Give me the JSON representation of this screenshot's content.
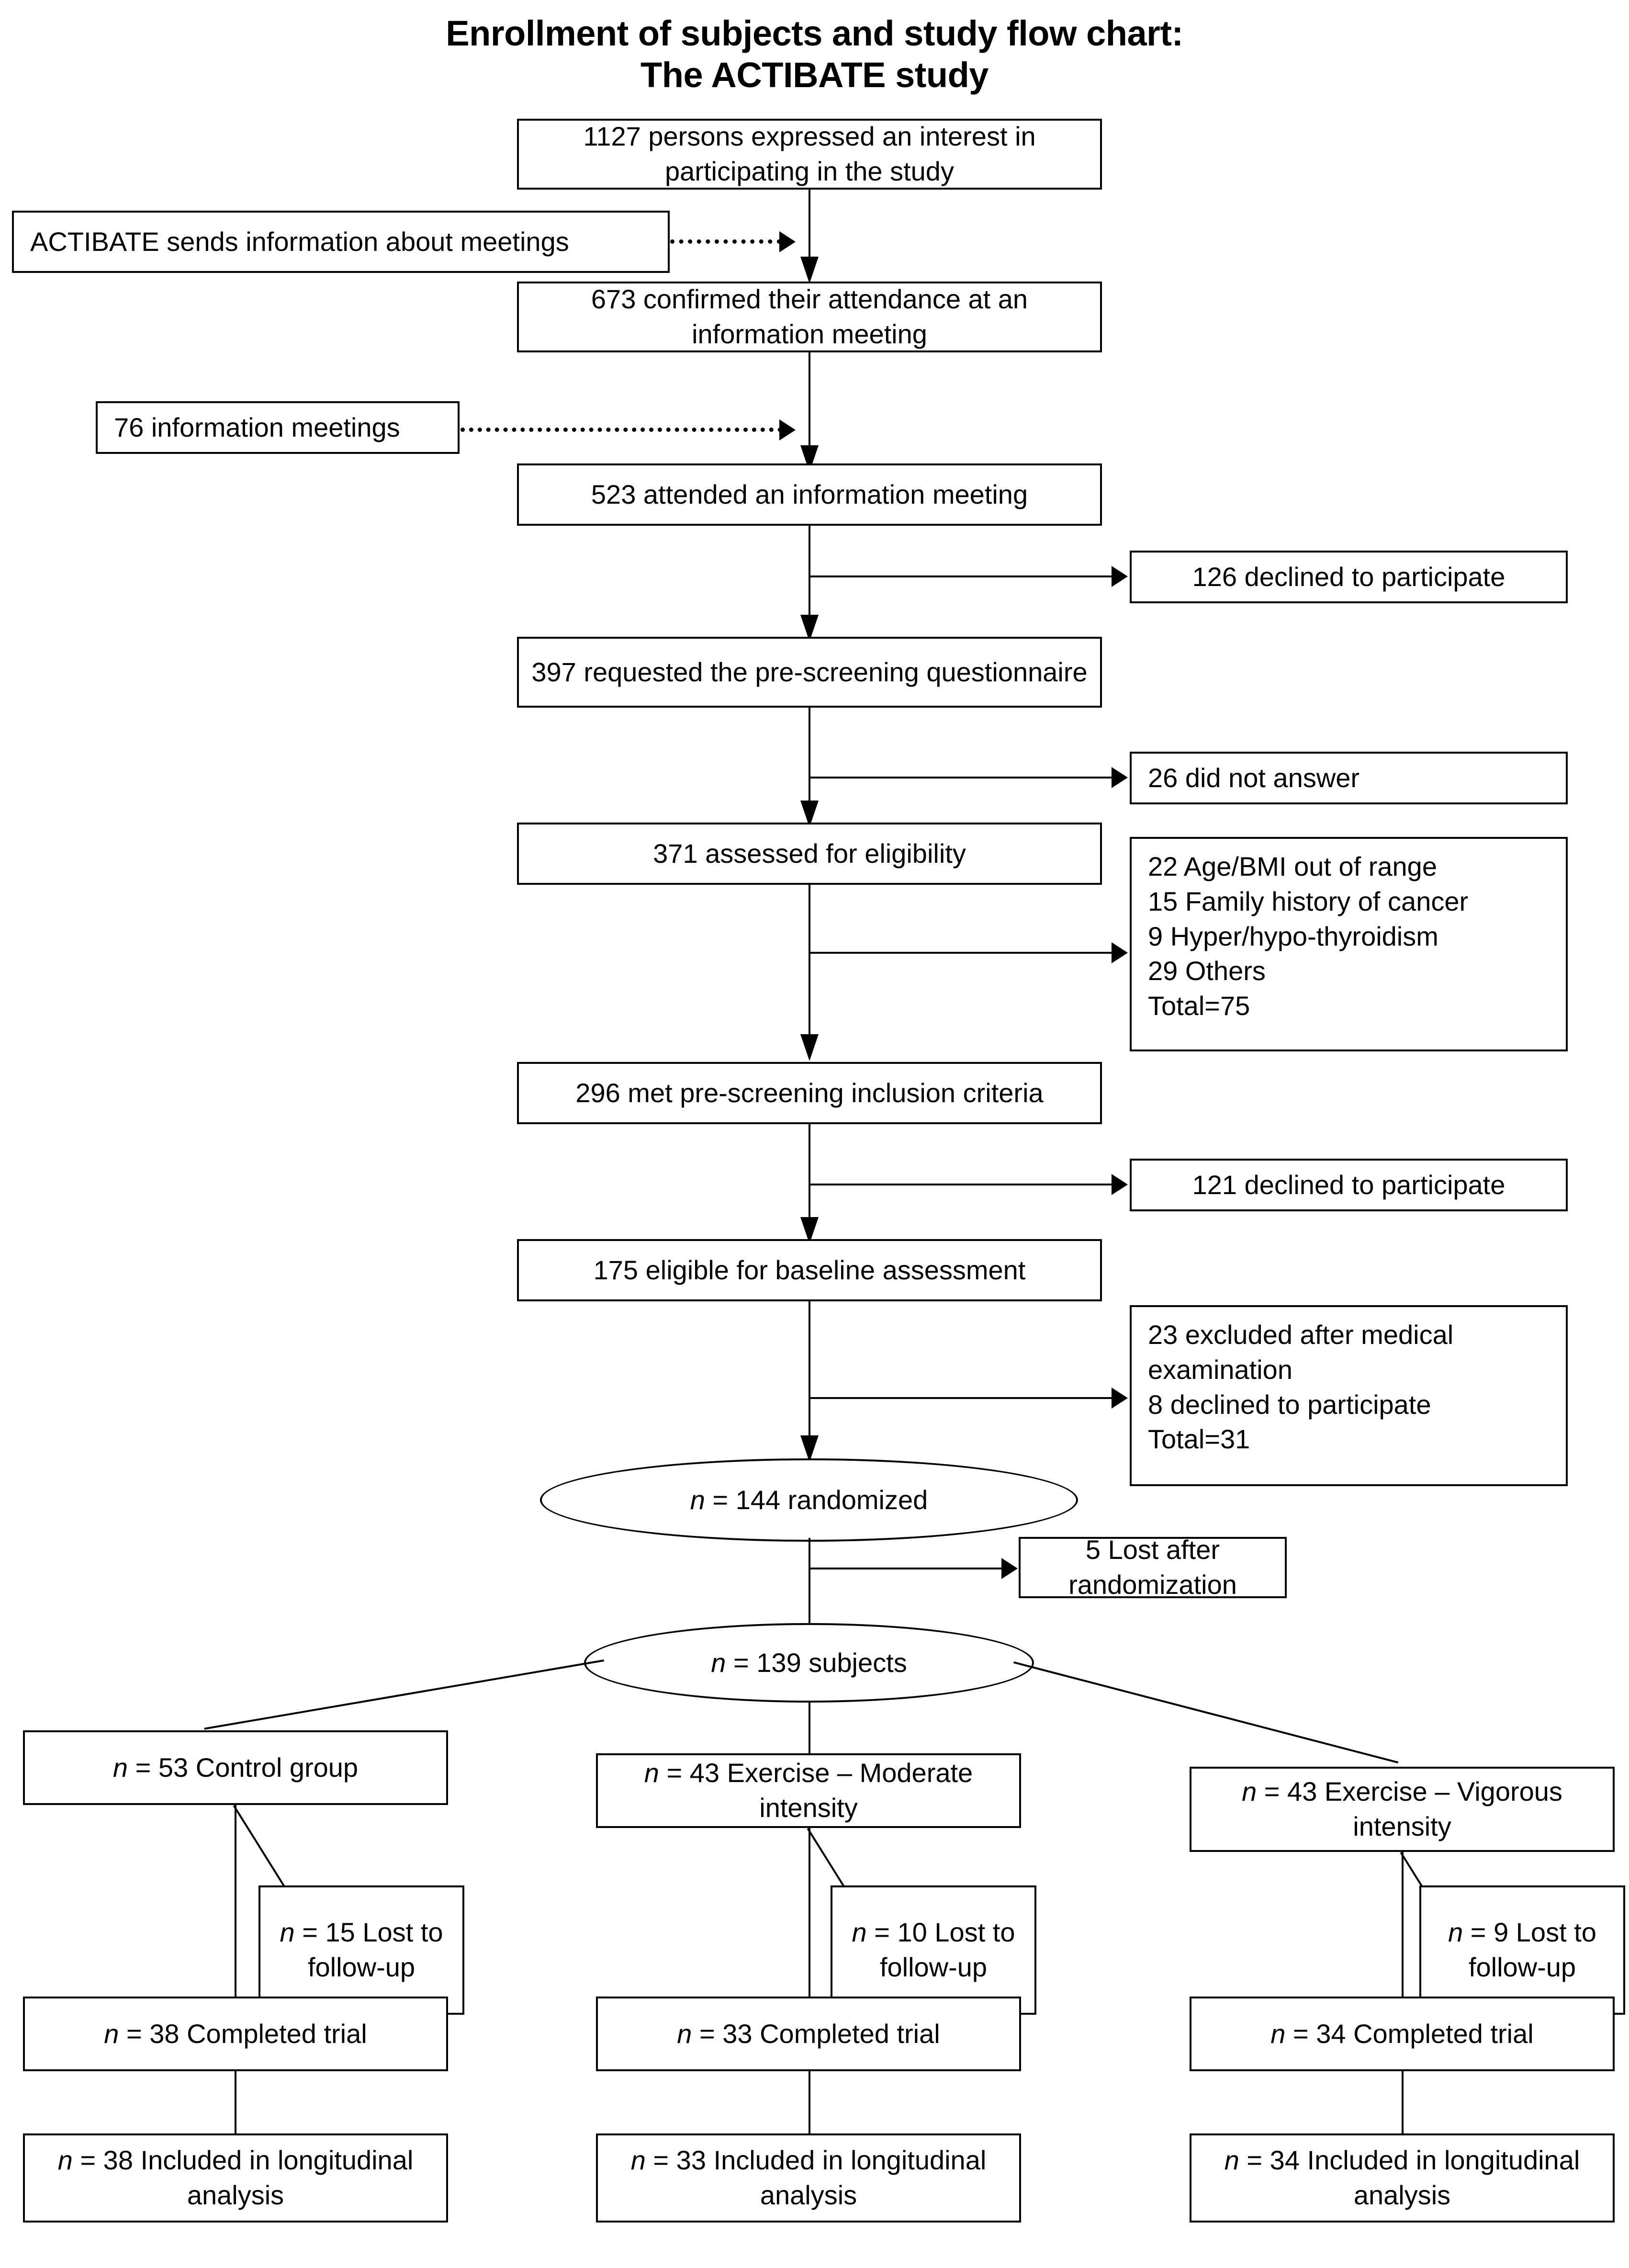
{
  "title": {
    "line1": "Enrollment of subjects and study flow chart:",
    "line2": "The ACTIBATE study"
  },
  "nodes": {
    "interest": "1127 persons expressed an interest in participating in the study",
    "actibate_sends": "ACTIBATE sends information about meetings",
    "confirmed": "673 confirmed their attendance at an information meeting",
    "meetings_count": "76 information meetings",
    "attended": "523 attended an information meeting",
    "declined_126": "126 declined to participate",
    "requested": "397 requested the pre-screening questionnaire",
    "no_answer_26": "26 did not answer",
    "assessed": "371 assessed for eligibility",
    "excl_reasons": {
      "r1": "22 Age/BMI out of range",
      "r2": "15 Family history of cancer",
      "r3": "9 Hyper/hypo-thyroidism",
      "r4": "29 Others",
      "total": "Total=75"
    },
    "met_criteria": "296 met pre-screening inclusion criteria",
    "declined_121": "121 declined to participate",
    "eligible": "175 eligible for baseline assessment",
    "excl_medical": {
      "r1": "23 excluded after medical examination",
      "r2": "8 declined to participate",
      "total": "Total=31"
    },
    "randomized_n": "n",
    "randomized_rest": " = 144 randomized",
    "lost_after_rand": "5 Lost after randomization",
    "subjects_n": "n",
    "subjects_rest": " = 139 subjects",
    "groups": [
      {
        "n": "n",
        "label": " = 53 Control group",
        "lost_n": "n",
        "lost_label": " = 15 Lost to follow-up",
        "completed_n": "n",
        "completed_label": " = 38 Completed trial",
        "included_n": "n",
        "included_label": " = 38 Included in longitudinal analysis"
      },
      {
        "n": "n",
        "label": " = 43 Exercise – Moderate intensity",
        "lost_n": "n",
        "lost_label": " = 10 Lost to follow-up",
        "completed_n": "n",
        "completed_label": " = 33 Completed trial",
        "included_n": "n",
        "included_label": " = 33 Included in longitudinal analysis"
      },
      {
        "n": "n",
        "label": " = 43 Exercise – Vigorous intensity",
        "lost_n": "n",
        "lost_label": " = 9 Lost to follow-up",
        "completed_n": "n",
        "completed_label": " = 34 Completed trial",
        "included_n": "n",
        "included_label": " = 34 Included in longitudinal analysis"
      }
    ]
  },
  "chart_data": {
    "type": "diagram",
    "title": "Enrollment of subjects and study flow chart: The ACTIBATE study",
    "flow": [
      {
        "step": "expressed interest",
        "n": 1127
      },
      {
        "step": "confirmed attendance at an information meeting",
        "n": 673
      },
      {
        "step": "attended an information meeting",
        "n": 523
      },
      {
        "step": "requested the pre-screening questionnaire",
        "n": 397
      },
      {
        "step": "assessed for eligibility",
        "n": 371
      },
      {
        "step": "met pre-screening inclusion criteria",
        "n": 296
      },
      {
        "step": "eligible for baseline assessment",
        "n": 175
      },
      {
        "step": "randomized",
        "n": 144
      },
      {
        "step": "subjects",
        "n": 139
      }
    ],
    "exclusions": [
      {
        "after": "attended an information meeting",
        "reason": "declined to participate",
        "n": 126
      },
      {
        "after": "requested the pre-screening questionnaire",
        "reason": "did not answer",
        "n": 26
      },
      {
        "after": "assessed for eligibility",
        "reason": "Age/BMI out of range",
        "n": 22
      },
      {
        "after": "assessed for eligibility",
        "reason": "Family history of cancer",
        "n": 15
      },
      {
        "after": "assessed for eligibility",
        "reason": "Hyper/hypo-thyroidism",
        "n": 9
      },
      {
        "after": "assessed for eligibility",
        "reason": "Others",
        "n": 29
      },
      {
        "after": "assessed for eligibility",
        "reason": "Total",
        "n": 75
      },
      {
        "after": "met pre-screening inclusion criteria",
        "reason": "declined to participate",
        "n": 121
      },
      {
        "after": "eligible for baseline assessment",
        "reason": "excluded after medical examination",
        "n": 23
      },
      {
        "after": "eligible for baseline assessment",
        "reason": "declined to participate",
        "n": 8
      },
      {
        "after": "eligible for baseline assessment",
        "reason": "Total",
        "n": 31
      },
      {
        "after": "randomized",
        "reason": "Lost after randomization",
        "n": 5
      }
    ],
    "arms": [
      {
        "name": "Control group",
        "allocated": 53,
        "lost_to_followup": 15,
        "completed": 38,
        "analyzed": 38
      },
      {
        "name": "Exercise – Moderate intensity",
        "allocated": 43,
        "lost_to_followup": 10,
        "completed": 33,
        "analyzed": 33
      },
      {
        "name": "Exercise – Vigorous intensity",
        "allocated": 43,
        "lost_to_followup": 9,
        "completed": 34,
        "analyzed": 34
      }
    ],
    "side_notes": [
      "ACTIBATE sends information about meetings",
      "76 information meetings"
    ]
  }
}
